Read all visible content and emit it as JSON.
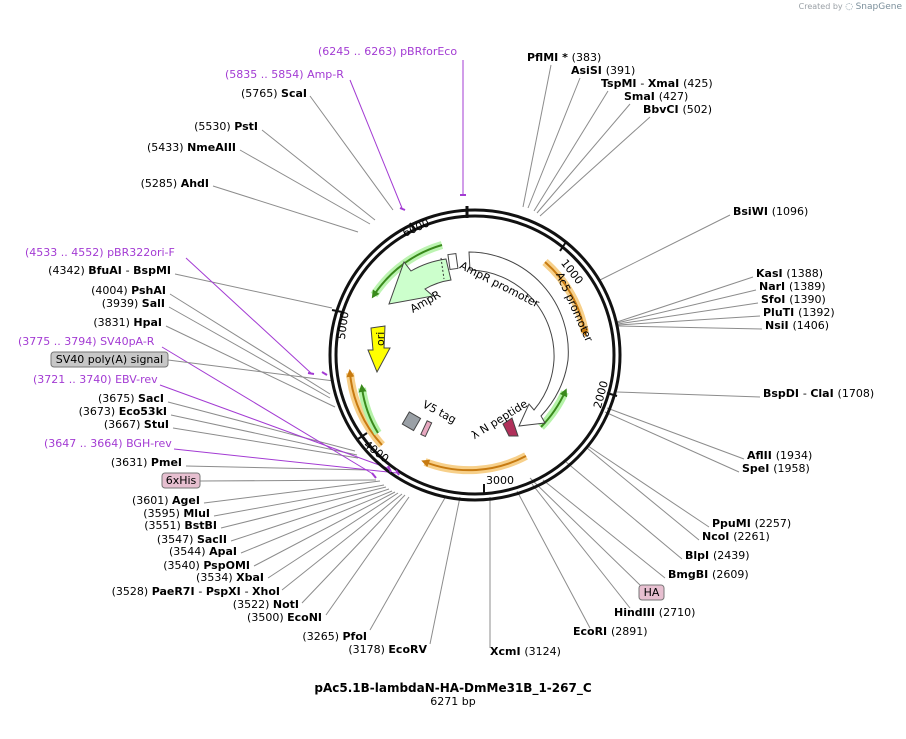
{
  "credit": {
    "prefix": "Created by",
    "brand": "SnapGene"
  },
  "plasmid": {
    "name": "pAc5.1B-lambdaN-HA-DmMe31B_1-267_C",
    "size_text": "6271 bp",
    "length": 6271
  },
  "ticks": [
    "1000",
    "2000",
    "3000",
    "4000",
    "5000",
    "6000"
  ],
  "enzymes_right": [
    {
      "name": "PflMI *",
      "pos": "(383)"
    },
    {
      "name": "AsiSI",
      "pos": "(391)"
    },
    {
      "name": "TspMI",
      "pos": "",
      "sep": "-",
      "name2": "XmaI",
      "pos2": "(425)"
    },
    {
      "name": "SmaI",
      "pos": "(427)"
    },
    {
      "name": "BbvCI",
      "pos": "(502)"
    },
    {
      "name": "BsiWI",
      "pos": "(1096)"
    },
    {
      "name": "KasI",
      "pos": "(1388)"
    },
    {
      "name": "NarI",
      "pos": "(1389)"
    },
    {
      "name": "SfoI",
      "pos": "(1390)"
    },
    {
      "name": "PluTI",
      "pos": "(1392)"
    },
    {
      "name": "NsiI",
      "pos": "(1406)"
    },
    {
      "name": "BspDI",
      "pos": "",
      "sep": "-",
      "name2": "ClaI",
      "pos2": "(1708)"
    },
    {
      "name": "AflII",
      "pos": "(1934)"
    },
    {
      "name": "SpeI",
      "pos": "(1958)"
    },
    {
      "name": "PpuMI",
      "pos": "(2257)"
    },
    {
      "name": "NcoI",
      "pos": "(2261)"
    },
    {
      "name": "BlpI",
      "pos": "(2439)"
    },
    {
      "name": "BmgBI",
      "pos": "(2609)"
    },
    {
      "name": "HindIII",
      "pos": "(2710)"
    },
    {
      "name": "EcoRI",
      "pos": "(2891)"
    },
    {
      "name": "XcmI",
      "pos": "(3124)"
    }
  ],
  "enzymes_left": [
    {
      "name": "ScaI",
      "pos": "(5765)"
    },
    {
      "name": "PstI",
      "pos": "(5530)"
    },
    {
      "name": "NmeAIII",
      "pos": "(5433)"
    },
    {
      "name": "AhdI",
      "pos": "(5285)"
    },
    {
      "name": "BfuAI",
      "pos": "(4342)",
      "sep": "-",
      "name2": "BspMI"
    },
    {
      "name": "PshAI",
      "pos": "(4004)"
    },
    {
      "name": "SalI",
      "pos": "(3939)"
    },
    {
      "name": "HpaI",
      "pos": "(3831)"
    },
    {
      "name": "SacI",
      "pos": "(3675)"
    },
    {
      "name": "Eco53kI",
      "pos": "(3673)"
    },
    {
      "name": "StuI",
      "pos": "(3667)"
    },
    {
      "name": "PmeI",
      "pos": "(3631)"
    },
    {
      "name": "AgeI",
      "pos": "(3601)"
    },
    {
      "name": "MluI",
      "pos": "(3595)"
    },
    {
      "name": "BstBI",
      "pos": "(3551)"
    },
    {
      "name": "SacII",
      "pos": "(3547)"
    },
    {
      "name": "ApaI",
      "pos": "(3544)"
    },
    {
      "name": "PspOMI",
      "pos": "(3540)"
    },
    {
      "name": "XbaI",
      "pos": "(3534)"
    },
    {
      "name": "PaeR7I",
      "pos": "(3528)",
      "sep": "-",
      "name2": "PspXI",
      "sep2": "-",
      "name3": "XhoI"
    },
    {
      "name": "NotI",
      "pos": "(3522)"
    },
    {
      "name": "EcoNI",
      "pos": "(3500)"
    },
    {
      "name": "PfoI",
      "pos": "(3265)"
    },
    {
      "name": "EcoRV",
      "pos": "(3178)"
    }
  ],
  "primers": [
    {
      "range": "(6245 .. 6263)",
      "name": "pBRforEco"
    },
    {
      "range": "(5835 .. 5854)",
      "name": "Amp-R"
    },
    {
      "range": "(4533 .. 4552)",
      "name": "pBR322ori-F"
    },
    {
      "range": "(3775 .. 3794)",
      "name": "SV40pA-R"
    },
    {
      "range": "(3721 .. 3740)",
      "name": "EBV-rev"
    },
    {
      "range": "(3647 .. 3664)",
      "name": "BGH-rev"
    }
  ],
  "boxed_features": [
    {
      "label": "SV40 poly(A) signal",
      "color": "#c7c7c7"
    },
    {
      "label": "6xHis",
      "color": "#e7bfd0"
    },
    {
      "label": "HA",
      "color": "#e7bfd0"
    }
  ],
  "inner_features": [
    {
      "label": "AmpR"
    },
    {
      "label": "AmpR promoter"
    },
    {
      "label": "Ac5 promoter"
    },
    {
      "label": "ori"
    },
    {
      "label": "V5 tag"
    },
    {
      "label": "λ N peptide"
    }
  ],
  "colors": {
    "backbone": "#111111",
    "primer": "#a33bd3",
    "ampr": "#ccffcc",
    "ori": "#ffff00",
    "orf_orange": "#f0a22e",
    "orf_green": "#4caf2a",
    "promoter": "#ffffff",
    "v5": "#9aa0a6",
    "lambda": "#b0305a",
    "leader": "#8c8c8c"
  }
}
